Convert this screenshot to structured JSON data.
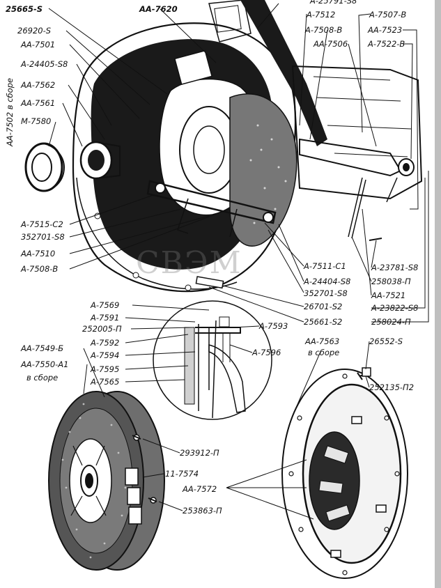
{
  "watermark": "СВЭМ",
  "labels": {
    "l_25665s": "25665-S",
    "l_aa7620": "AA-7620",
    "l_a25791s8": "A-25791-S8",
    "l_a7512": "A-7512",
    "l_a7507b": "A-7507-B",
    "l_26920s": "26920-S",
    "l_a7508b_top": "A-7508-B",
    "l_aa7523": "AA-7523",
    "l_aa7501": "AA-7501",
    "l_aa7506": "AA-7506",
    "l_a7522b": "A-7522-B",
    "l_a24405s8": "A-24405-S8",
    "l_aa7562": "AA-7562",
    "l_aa7561": "AA-7561",
    "l_m7580": "M-7580",
    "l_aa7502": "AA-7502 в сборе",
    "l_a7515c2": "A-7515-C2",
    "l_352701s8_l": "352701-S8",
    "l_aa7510": "AA-7510",
    "l_a7508b_l": "A-7508-B",
    "l_a7511c1": "A-7511-C1",
    "l_a24404s8": "A-24404-S8",
    "l_352701s8_r": "352701-S8",
    "l_a23781s8": "A-23781-S8",
    "l_258038p": "258038-П",
    "l_aa7521": "AA-7521",
    "l_a23822s8": "A-23822-S8",
    "l_258024p": "258024-П",
    "l_26701s2": "26701-S2",
    "l_25661s2": "25661-S2",
    "l_a7569": "A-7569",
    "l_a7591": "A-7591",
    "l_252005p": "252005-П",
    "l_a7592": "A-7592",
    "l_a7594": "A-7594",
    "l_a7595": "A-7595",
    "l_a7565": "A-7565",
    "l_a7593": "A-7593",
    "l_a7596": "A-7596",
    "l_aa7563": "AA-7563",
    "l_aa7563_sub": "в сборе",
    "l_26552s": "26552-S",
    "l_252135p2": "252135-П2",
    "l_aa7549b": "AA-7549-Б",
    "l_aa7550a1": "AA-7550-A1",
    "l_aa7550a1_sub": "в сборе",
    "l_293912p": "293912-П",
    "l_117574": "11-7574",
    "l_aa7572": "AA-7572",
    "l_253863p": "253863-П"
  }
}
